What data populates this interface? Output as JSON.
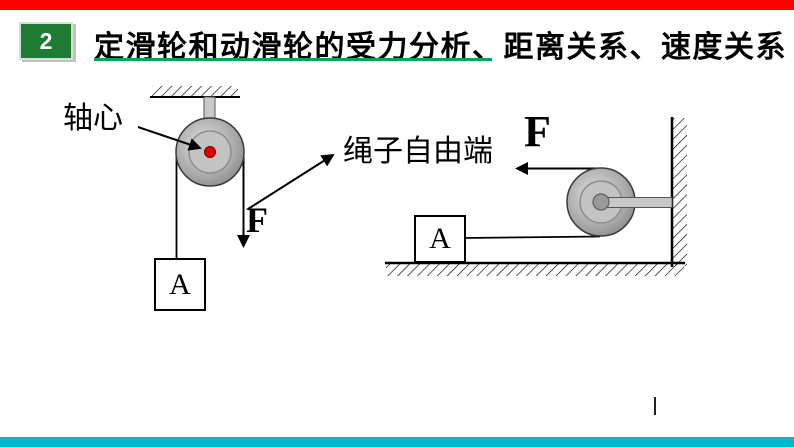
{
  "slide": {
    "header": {
      "badge": "2",
      "title": "定滑轮和动滑轮的受力分析、距离关系、速度关系"
    },
    "fixed_pulley": {
      "axle_label": "轴心",
      "rope_end_label": "绳子自由端",
      "force_label": "F",
      "block_label": "A"
    },
    "wall_pulley": {
      "force_label": "F",
      "block_label": "A"
    },
    "colors": {
      "top_bar": "#fe0000",
      "bottom_bar": "#00b8cb",
      "badge_bg": "#1e7b34",
      "title_underline": "#00a651",
      "axle_dot": "#e00000"
    }
  }
}
